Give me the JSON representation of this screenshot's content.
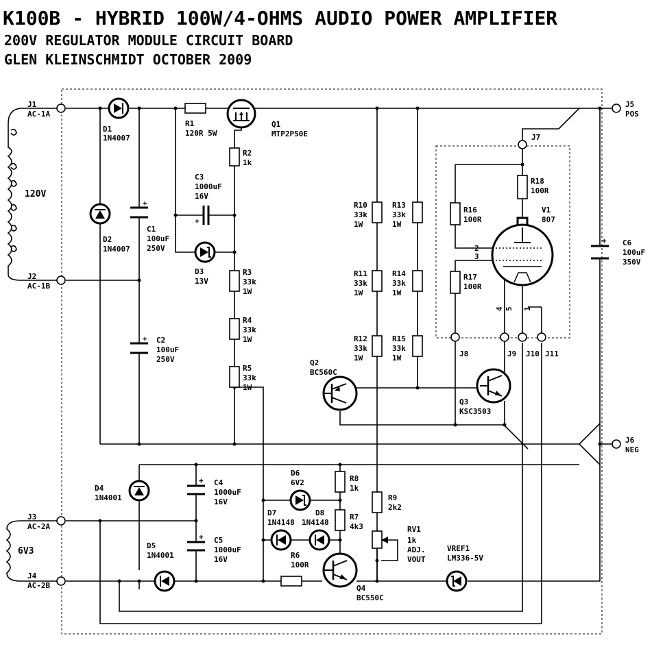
{
  "title": {
    "line1": "K100B - HYBRID 100W/4-OHMS AUDIO POWER AMPLIFIER",
    "line2": "200V REGULATOR MODULE CIRCUIT BOARD",
    "line3": "GLEN KLEINSCHMIDT OCTOBER 2009"
  },
  "transformer": {
    "winding1": "120V",
    "winding2": "6V3"
  },
  "connectors": {
    "J1": {
      "ref": "J1",
      "name": "AC-1A"
    },
    "J2": {
      "ref": "J2",
      "name": "AC-1B"
    },
    "J3": {
      "ref": "J3",
      "name": "AC-2A"
    },
    "J4": {
      "ref": "J4",
      "name": "AC-2B"
    },
    "J5": {
      "ref": "J5",
      "name": "POS"
    },
    "J6": {
      "ref": "J6",
      "name": "NEG"
    },
    "J7": {
      "ref": "J7"
    },
    "J8": {
      "ref": "J8"
    },
    "J9": {
      "ref": "J9"
    },
    "J10": {
      "ref": "J10"
    },
    "J11": {
      "ref": "J11"
    }
  },
  "components": {
    "D1": {
      "ref": "D1",
      "value": "1N4007"
    },
    "D2": {
      "ref": "D2",
      "value": "1N4007"
    },
    "C1": {
      "ref": "C1",
      "value": "100uF",
      "rating": "250V"
    },
    "C2": {
      "ref": "C2",
      "value": "100uF",
      "rating": "250V"
    },
    "R1": {
      "ref": "R1",
      "value": "120R 5W"
    },
    "Q1": {
      "ref": "Q1",
      "value": "MTP2P50E"
    },
    "R2": {
      "ref": "R2",
      "value": "1k"
    },
    "C3": {
      "ref": "C3",
      "value": "1000uF",
      "rating": "16V"
    },
    "D3": {
      "ref": "D3",
      "value": "13V"
    },
    "R3": {
      "ref": "R3",
      "value": "33k",
      "rating": "1W"
    },
    "R4": {
      "ref": "R4",
      "value": "33k",
      "rating": "1W"
    },
    "R5": {
      "ref": "R5",
      "value": "33k",
      "rating": "1W"
    },
    "R10": {
      "ref": "R10",
      "value": "33k",
      "rating": "1W"
    },
    "R11": {
      "ref": "R11",
      "value": "33k",
      "rating": "1W"
    },
    "R12": {
      "ref": "R12",
      "value": "33k",
      "rating": "1W"
    },
    "R13": {
      "ref": "R13",
      "value": "33k",
      "rating": "1W"
    },
    "R14": {
      "ref": "R14",
      "value": "33k",
      "rating": "1W"
    },
    "R15": {
      "ref": "R15",
      "value": "33k",
      "rating": "1W"
    },
    "Q2": {
      "ref": "Q2",
      "value": "BC560C"
    },
    "Q3": {
      "ref": "Q3",
      "value": "KSC3503"
    },
    "R16": {
      "ref": "R16",
      "value": "100R"
    },
    "R17": {
      "ref": "R17",
      "value": "100R"
    },
    "R18": {
      "ref": "R18",
      "value": "100R"
    },
    "V1": {
      "ref": "V1",
      "value": "807",
      "pin1": "1",
      "pin2": "2",
      "pin3": "3",
      "pin4": "4",
      "pin5": "5"
    },
    "C6": {
      "ref": "C6",
      "value": "100uF",
      "rating": "350V"
    },
    "D4": {
      "ref": "D4",
      "value": "1N4001"
    },
    "D5": {
      "ref": "D5",
      "value": "1N4001"
    },
    "C4": {
      "ref": "C4",
      "value": "1000uF",
      "rating": "16V"
    },
    "C5": {
      "ref": "C5",
      "value": "1000uF",
      "rating": "16V"
    },
    "D6": {
      "ref": "D6",
      "value": "6V2"
    },
    "D7": {
      "ref": "D7",
      "value": "1N4148"
    },
    "D8": {
      "ref": "D8",
      "value": "1N4148"
    },
    "R8": {
      "ref": "R8",
      "value": "1k"
    },
    "R7": {
      "ref": "R7",
      "value": "4k3"
    },
    "R6": {
      "ref": "R6",
      "value": "100R"
    },
    "Q4": {
      "ref": "Q4",
      "value": "BC550C"
    },
    "R9": {
      "ref": "R9",
      "value": "2k2"
    },
    "RV1": {
      "ref": "RV1",
      "value": "1k",
      "note1": "ADJ.",
      "note2": "VOUT"
    },
    "VREF1": {
      "ref": "VREF1",
      "value": "LM336-5V"
    }
  },
  "capacitor_polarity_mark": "+"
}
